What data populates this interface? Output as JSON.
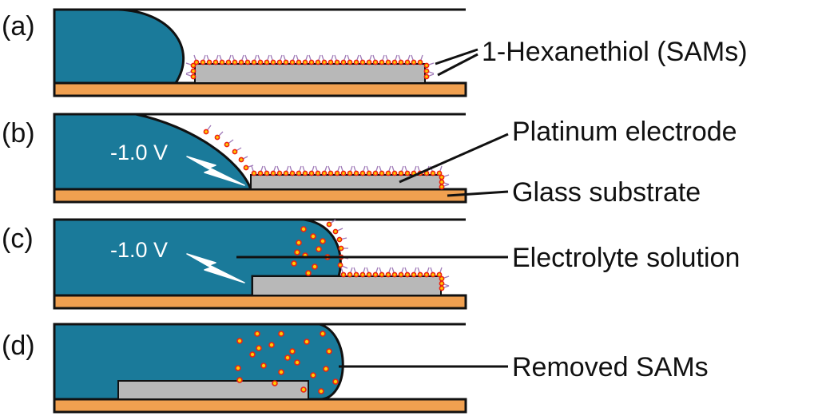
{
  "panels": [
    {
      "label": "(a)"
    },
    {
      "label": "(b)",
      "voltage": "-1.0 V"
    },
    {
      "label": "(c)",
      "voltage": "-1.0 V"
    },
    {
      "label": "(d)"
    }
  ],
  "callouts": {
    "hexanethiol": "1-Hexanethiol (SAMs)",
    "platinum": "Platinum electrode",
    "glass": "Glass substrate",
    "electrolyte": "Electrolyte solution",
    "removed": "Removed SAMs"
  },
  "colors": {
    "electrolyte": "#1a7a9a",
    "substrate": "#f0a050",
    "electrode": "#b8b8b8",
    "sam_head": "#ee2211",
    "sam_core": "#ffcc00",
    "sam_tail": "#a07ab8"
  }
}
